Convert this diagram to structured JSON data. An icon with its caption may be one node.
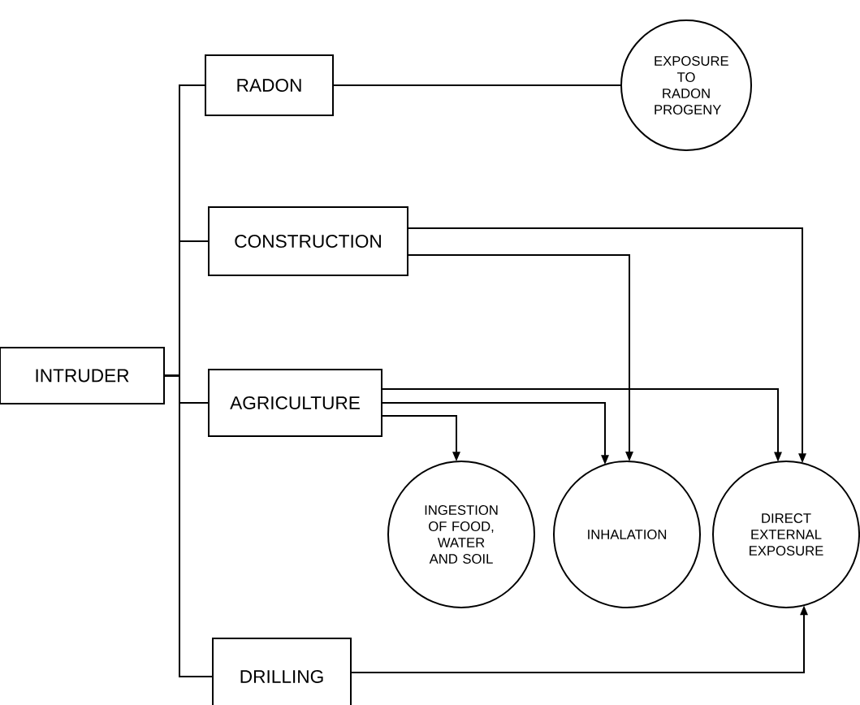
{
  "diagram": {
    "nodes": [
      {
        "text": [
          "INTRUDER"
        ]
      },
      {
        "text": [
          "RADON"
        ]
      },
      {
        "text": [
          "EXPOSURE TO RADON PROGENY"
        ]
      },
      {
        "text": [
          "CONSTRUCTION"
        ]
      },
      {
        "text": [
          "AGRICULTURE"
        ]
      },
      {
        "text": [
          "INGESTION OF FOOD, WATER AND SOIL"
        ]
      },
      {
        "text": [
          "INHALATION"
        ]
      },
      {
        "text": [
          "DIRECT EXTERNAL EXPOSURE"
        ]
      },
      {
        "text": [
          "DRILLING"
        ]
      }
    ],
    "edges": [
      {
        "from": 0,
        "to": 1,
        "arrow": "none"
      },
      {
        "from": 0,
        "to": 3,
        "arrow": "none"
      },
      {
        "from": 0,
        "to": 4,
        "arrow": "none"
      },
      {
        "from": 0,
        "to": 8,
        "arrow": "none"
      },
      {
        "from": 1,
        "to": 2,
        "arrow": "none"
      },
      {
        "from": 3,
        "to": 7,
        "arrow": "to"
      },
      {
        "from": 3,
        "to": 6,
        "arrow": "to"
      },
      {
        "from": 4,
        "to": 7,
        "arrow": "to"
      },
      {
        "from": 4,
        "to": 6,
        "arrow": "to"
      },
      {
        "from": 4,
        "to": 5,
        "arrow": "to"
      },
      {
        "from": 8,
        "to": 7,
        "arrow": "to"
      }
    ]
  }
}
